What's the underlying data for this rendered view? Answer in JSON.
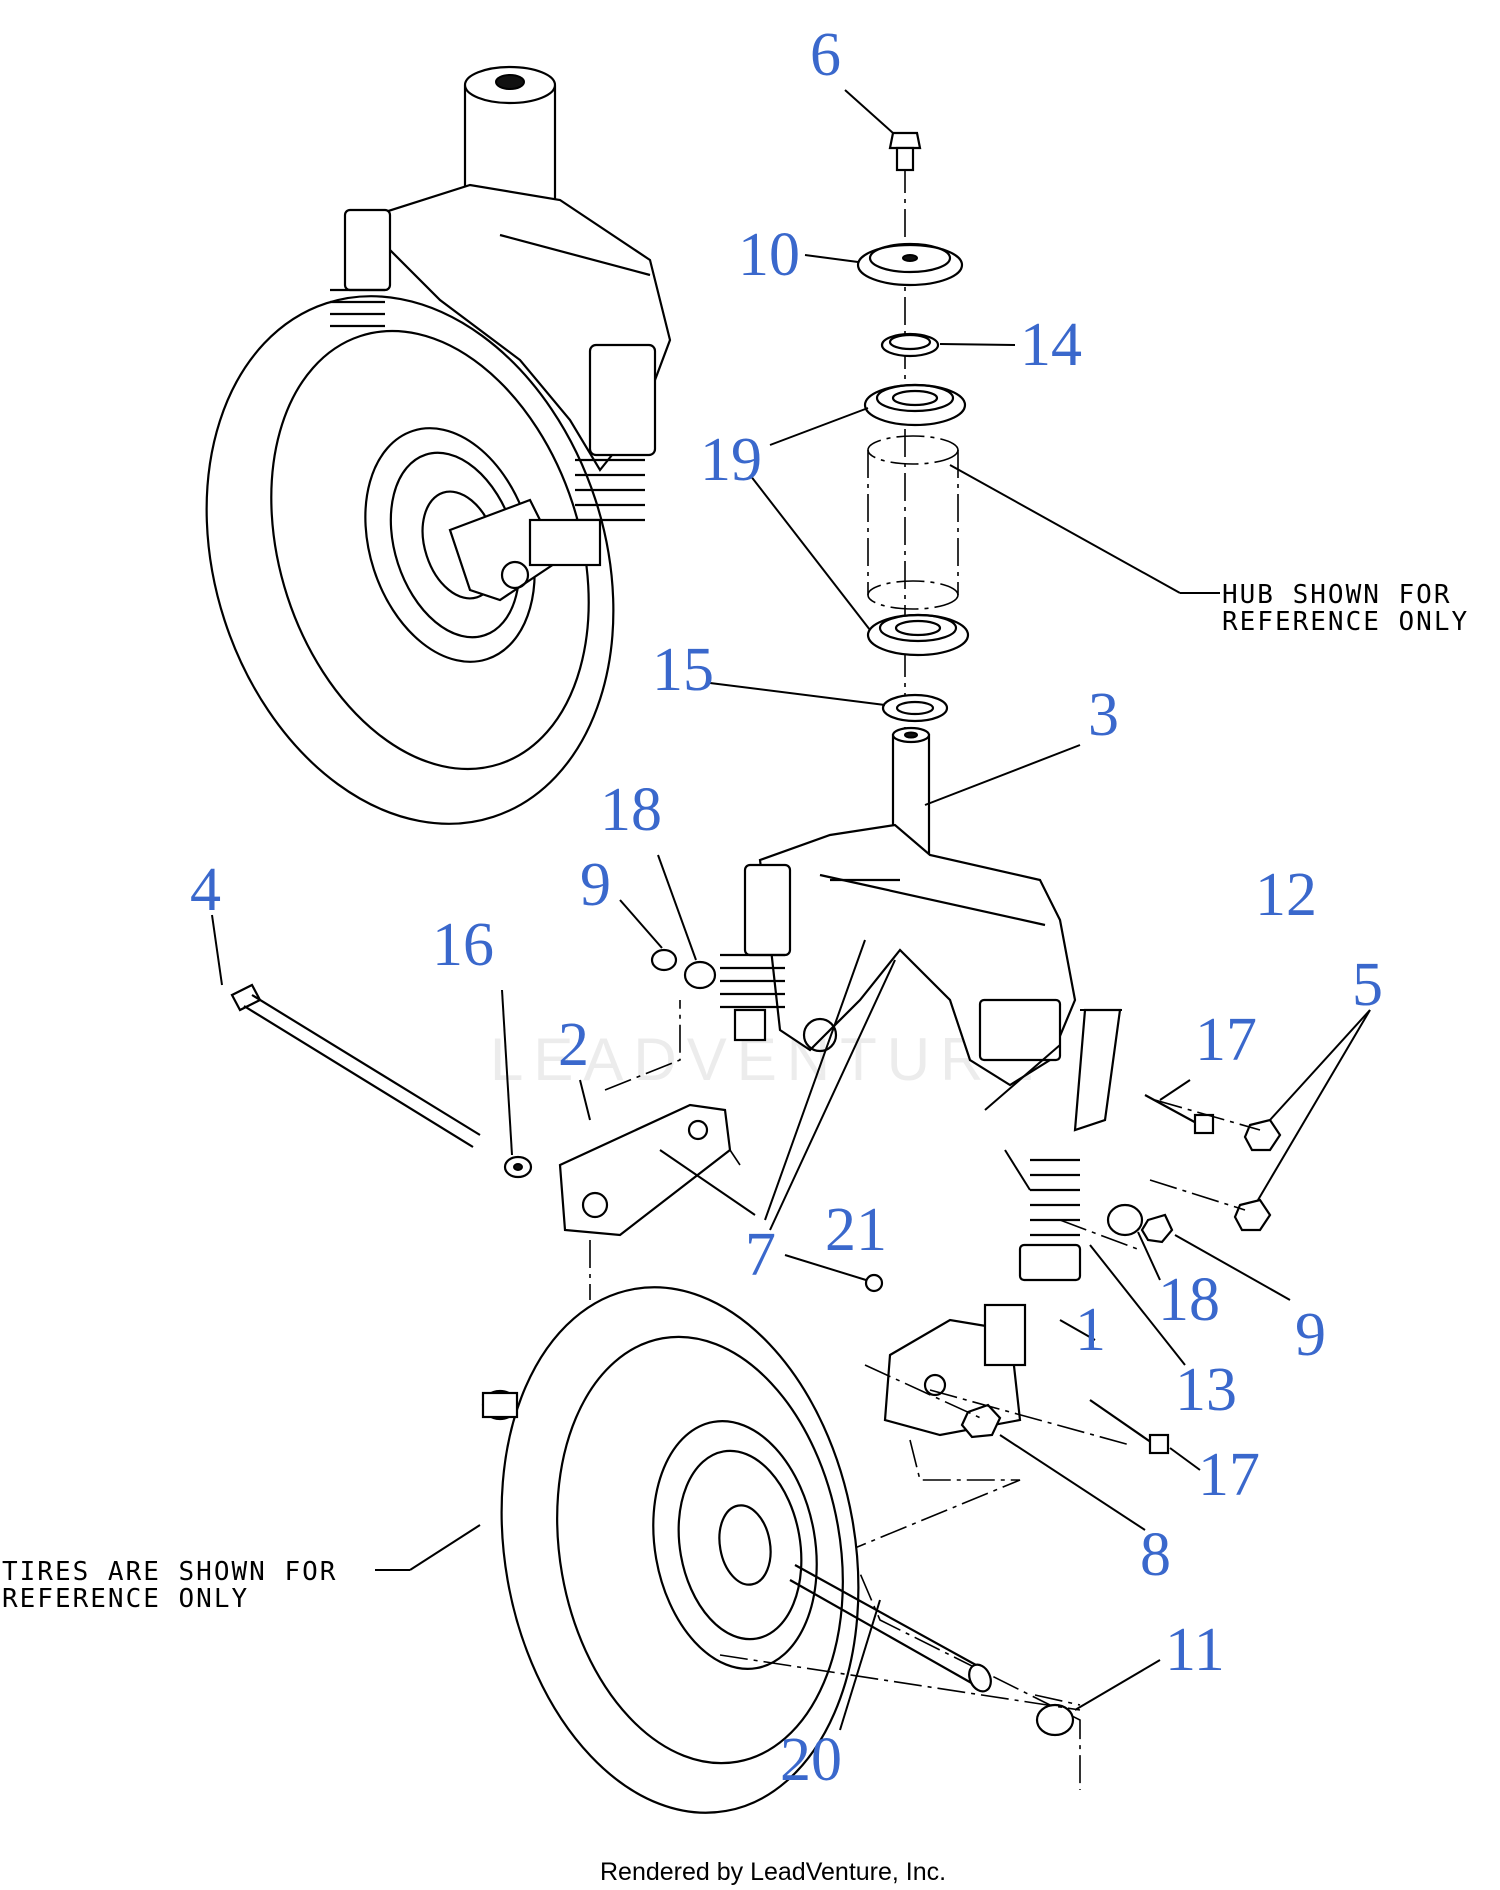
{
  "callouts": {
    "n1": "1",
    "n2": "2",
    "n3": "3",
    "n4": "4",
    "n5": "5",
    "n6": "6",
    "n7": "7",
    "n8": "8",
    "n9a": "9",
    "n9b": "9",
    "n10": "10",
    "n11": "11",
    "n12": "12",
    "n13": "13",
    "n14": "14",
    "n15": "15",
    "n16": "16",
    "n17a": "17",
    "n17b": "17",
    "n18a": "18",
    "n18b": "18",
    "n19": "19",
    "n20": "20",
    "n21": "21"
  },
  "notes": {
    "hub_line1": "HUB SHOWN FOR",
    "hub_line2": "REFERENCE ONLY",
    "tires_line1": "TIRES ARE SHOWN FOR",
    "tires_line2": "REFERENCE ONLY"
  },
  "watermark": "LEADVENTURE",
  "footer": "Rendered by LeadVenture, Inc.",
  "colors": {
    "callout": "#3a68cc",
    "line": "#000000",
    "background": "#ffffff"
  }
}
